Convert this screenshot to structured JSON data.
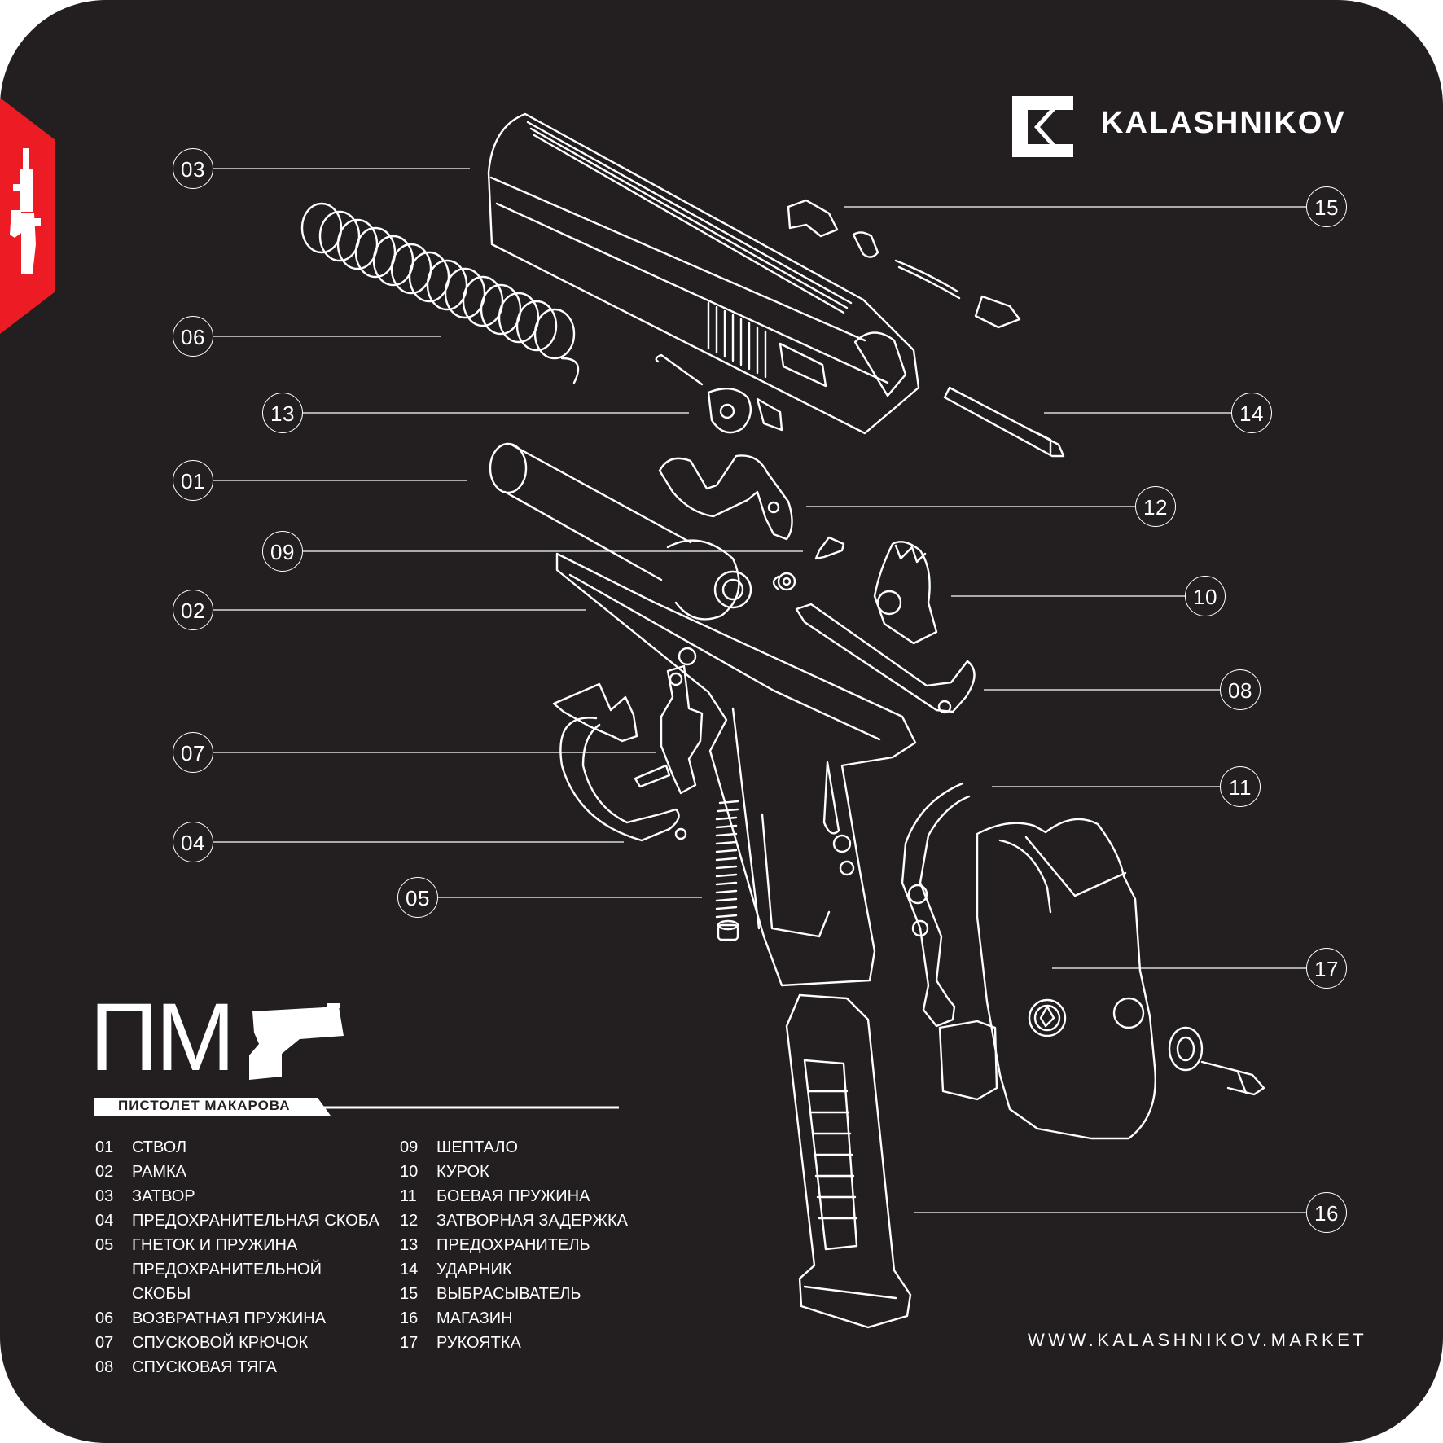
{
  "brand": {
    "name": "KALASHNIKOV",
    "logo_icon": "k-logo-icon",
    "side_tab_icon": "rifle-icon"
  },
  "colors": {
    "background": "#231f20",
    "line": "#ffffff",
    "accent": "#ed1c24"
  },
  "title": {
    "model_code": "ПМ",
    "model_name": "ПИСТОЛЕТ МАКАРОВА",
    "silhouette_icon": "pistol-icon"
  },
  "callouts": [
    "03",
    "15",
    "06",
    "13",
    "14",
    "01",
    "12",
    "09",
    "10",
    "02",
    "08",
    "07",
    "11",
    "04",
    "05",
    "17",
    "16"
  ],
  "legend": [
    {
      "num": "01",
      "name": "СТВОЛ"
    },
    {
      "num": "02",
      "name": "РАМКА"
    },
    {
      "num": "03",
      "name": "ЗАТВОР"
    },
    {
      "num": "04",
      "name": "ПРЕДОХРАНИТЕЛЬНАЯ СКОБА"
    },
    {
      "num": "05",
      "name": "ГНЕТОК И ПРУЖИНА ПРЕДОХРАНИТЕЛЬНОЙ СКОБЫ"
    },
    {
      "num": "06",
      "name": "ВОЗВРАТНАЯ ПРУЖИНА"
    },
    {
      "num": "07",
      "name": "СПУСКОВОЙ КРЮЧОК"
    },
    {
      "num": "08",
      "name": "СПУСКОВАЯ ТЯГА"
    },
    {
      "num": "09",
      "name": "ШЕПТАЛО"
    },
    {
      "num": "10",
      "name": "КУРОК"
    },
    {
      "num": "11",
      "name": "БОЕВАЯ ПРУЖИНА"
    },
    {
      "num": "12",
      "name": "ЗАТВОРНАЯ ЗАДЕРЖКА"
    },
    {
      "num": "13",
      "name": "ПРЕДОХРАНИТЕЛЬ"
    },
    {
      "num": "14",
      "name": "УДАРНИК"
    },
    {
      "num": "15",
      "name": "ВЫБРАСЫВАТЕЛЬ"
    },
    {
      "num": "16",
      "name": "МАГАЗИН"
    },
    {
      "num": "17",
      "name": "РУКОЯТКА"
    }
  ],
  "website": "WWW.KALASHNIKOV.MARKET"
}
